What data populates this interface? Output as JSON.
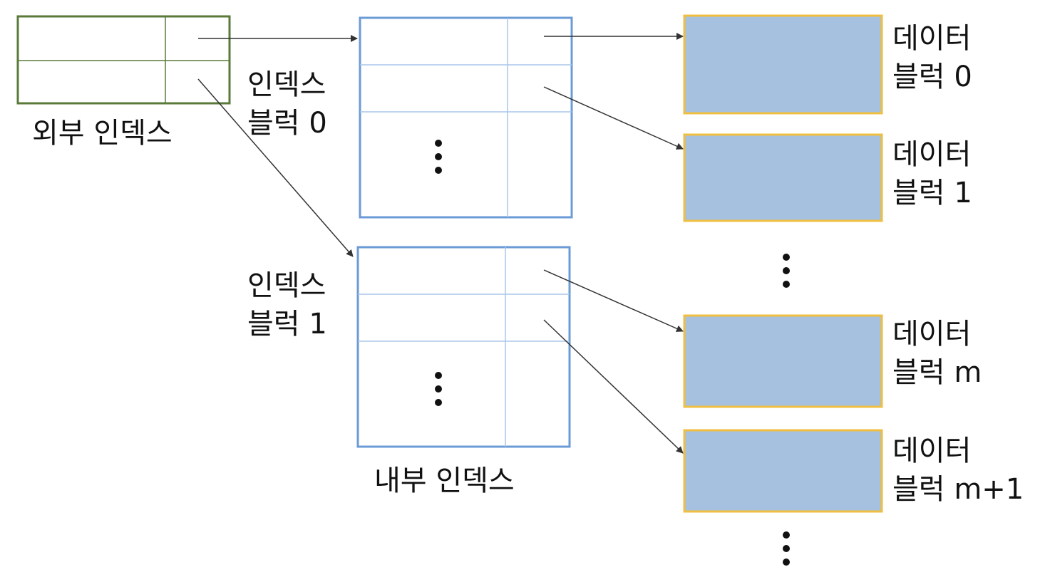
{
  "outer_index": {
    "label": "외부 인덱스"
  },
  "index_blocks": [
    {
      "label_line1": "인덱스",
      "label_line2": "블럭 0"
    },
    {
      "label_line1": "인덱스",
      "label_line2": "블럭 1"
    }
  ],
  "inner_index": {
    "label": "내부 인덱스"
  },
  "data_blocks": [
    {
      "label_line1": "데이터",
      "label_line2": "블럭 0"
    },
    {
      "label_line1": "데이터",
      "label_line2": "블럭 1"
    },
    {
      "label_line1": "데이터",
      "label_line2": "블럭 m"
    },
    {
      "label_line1": "데이터",
      "label_line2": "블럭 m+1"
    }
  ],
  "colors": {
    "outer_border": "#5a7a3a",
    "index_border": "#6b9bd6",
    "index_grid": "#a9c6ea",
    "data_fill": "#a6c1e0",
    "data_border": "#f0bf42",
    "arrow": "#333333"
  }
}
